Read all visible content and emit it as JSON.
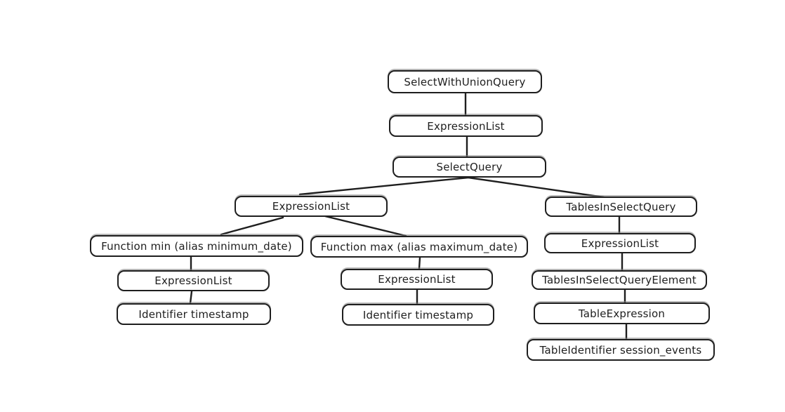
{
  "diagram": {
    "type": "tree",
    "background_color": "#ffffff",
    "node_fill_color": "#ffffff",
    "stroke_color": "#1e1e1e",
    "nodes": [
      {
        "id": "select-with-union-query",
        "label": "SelectWithUnionQuery"
      },
      {
        "id": "expression-list-top",
        "label": "ExpressionList"
      },
      {
        "id": "select-query",
        "label": "SelectQuery"
      },
      {
        "id": "expression-list-left",
        "label": "ExpressionList"
      },
      {
        "id": "tables-in-select-query",
        "label": "TablesInSelectQuery"
      },
      {
        "id": "function-min",
        "label": "Function min (alias minimum_date)"
      },
      {
        "id": "function-max",
        "label": "Function max (alias maximum_date)"
      },
      {
        "id": "expression-list-right",
        "label": "ExpressionList"
      },
      {
        "id": "expression-list-under-min",
        "label": "ExpressionList"
      },
      {
        "id": "expression-list-under-max",
        "label": "ExpressionList"
      },
      {
        "id": "tables-in-select-query-element",
        "label": "TablesInSelectQueryElement"
      },
      {
        "id": "identifier-timestamp-min",
        "label": "Identifier timestamp"
      },
      {
        "id": "identifier-timestamp-max",
        "label": "Identifier timestamp"
      },
      {
        "id": "table-expression",
        "label": "TableExpression"
      },
      {
        "id": "table-identifier",
        "label": "TableIdentifier session_events"
      }
    ],
    "edges": [
      {
        "from": "select-with-union-query",
        "to": "expression-list-top"
      },
      {
        "from": "expression-list-top",
        "to": "select-query"
      },
      {
        "from": "select-query",
        "to": "expression-list-left"
      },
      {
        "from": "select-query",
        "to": "tables-in-select-query"
      },
      {
        "from": "expression-list-left",
        "to": "function-min"
      },
      {
        "from": "expression-list-left",
        "to": "function-max"
      },
      {
        "from": "function-min",
        "to": "expression-list-under-min"
      },
      {
        "from": "expression-list-under-min",
        "to": "identifier-timestamp-min"
      },
      {
        "from": "function-max",
        "to": "expression-list-under-max"
      },
      {
        "from": "expression-list-under-max",
        "to": "identifier-timestamp-max"
      },
      {
        "from": "tables-in-select-query",
        "to": "expression-list-right"
      },
      {
        "from": "expression-list-right",
        "to": "tables-in-select-query-element"
      },
      {
        "from": "tables-in-select-query-element",
        "to": "table-expression"
      },
      {
        "from": "table-expression",
        "to": "table-identifier"
      }
    ]
  }
}
